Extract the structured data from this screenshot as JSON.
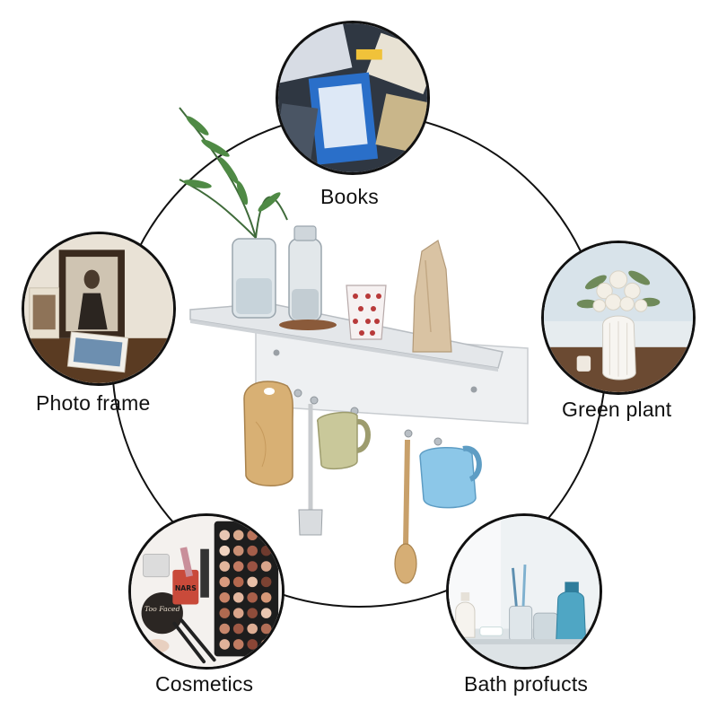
{
  "labels": {
    "books": "Books",
    "photo_frame": "Photo frame",
    "green_plant": "Green plant",
    "cosmetics": "Cosmetics",
    "bath_products": "Bath profucts"
  },
  "cosmetics_text": {
    "too_faced": "Too Faced",
    "nars": "NARS"
  },
  "colors": {
    "ring": "#111111",
    "acrylic": "#e9ecef",
    "wood": "#d8b074",
    "mug_olive": "#c9c89a",
    "mug_blue": "#8cc7e8"
  }
}
